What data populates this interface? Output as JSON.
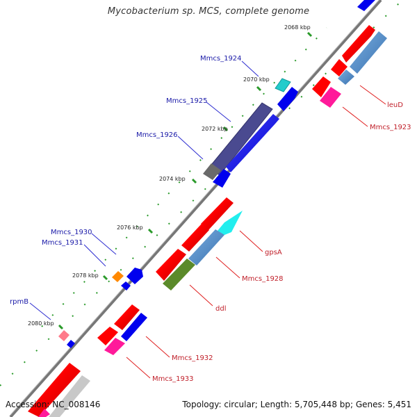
{
  "title": "Mycobacterium sp. MCS, complete genome",
  "footer": {
    "accession": "Accession: NC_008146",
    "summary": "Topology: circular; Length: 5,705,448 bp; Genes: 5,451"
  },
  "kbp_labels": [
    "2068 kbp",
    "2070 kbp",
    "2072 kbp",
    "2074 kbp",
    "2076 kbp",
    "2078 kbp",
    "2080 kbp"
  ],
  "gene_labels": {
    "mmcs_1924": "Mmcs_1924",
    "mmcs_1925": "Mmcs_1925",
    "mmcs_1926": "Mmcs_1926",
    "mmcs_1930": "Mmcs_1930",
    "mmcs_1931": "Mmcs_1931",
    "rpmb": "rpmB",
    "leud": "leuD",
    "mmcs_1923": "Mmcs_1923",
    "gpsa": "gpsA",
    "mmcs_1928": "Mmcs_1928",
    "ddl": "ddl",
    "mmcs_1932": "Mmcs_1932",
    "mmcs_1933": "Mmcs_1933"
  },
  "colors": {
    "backbone": "#888888",
    "cds_red": "#ff0000",
    "blue": "#0000ee",
    "steel": "#4a86c8",
    "teal": "#22cccc",
    "slate": "#4a4a90",
    "magenta": "#ff1a9a",
    "olive": "#5b8a2a",
    "gray": "#6a6a6a",
    "tick_green": "#2a9a2a",
    "label_blue": "#1a1aa8",
    "label_red": "#c0202a"
  }
}
